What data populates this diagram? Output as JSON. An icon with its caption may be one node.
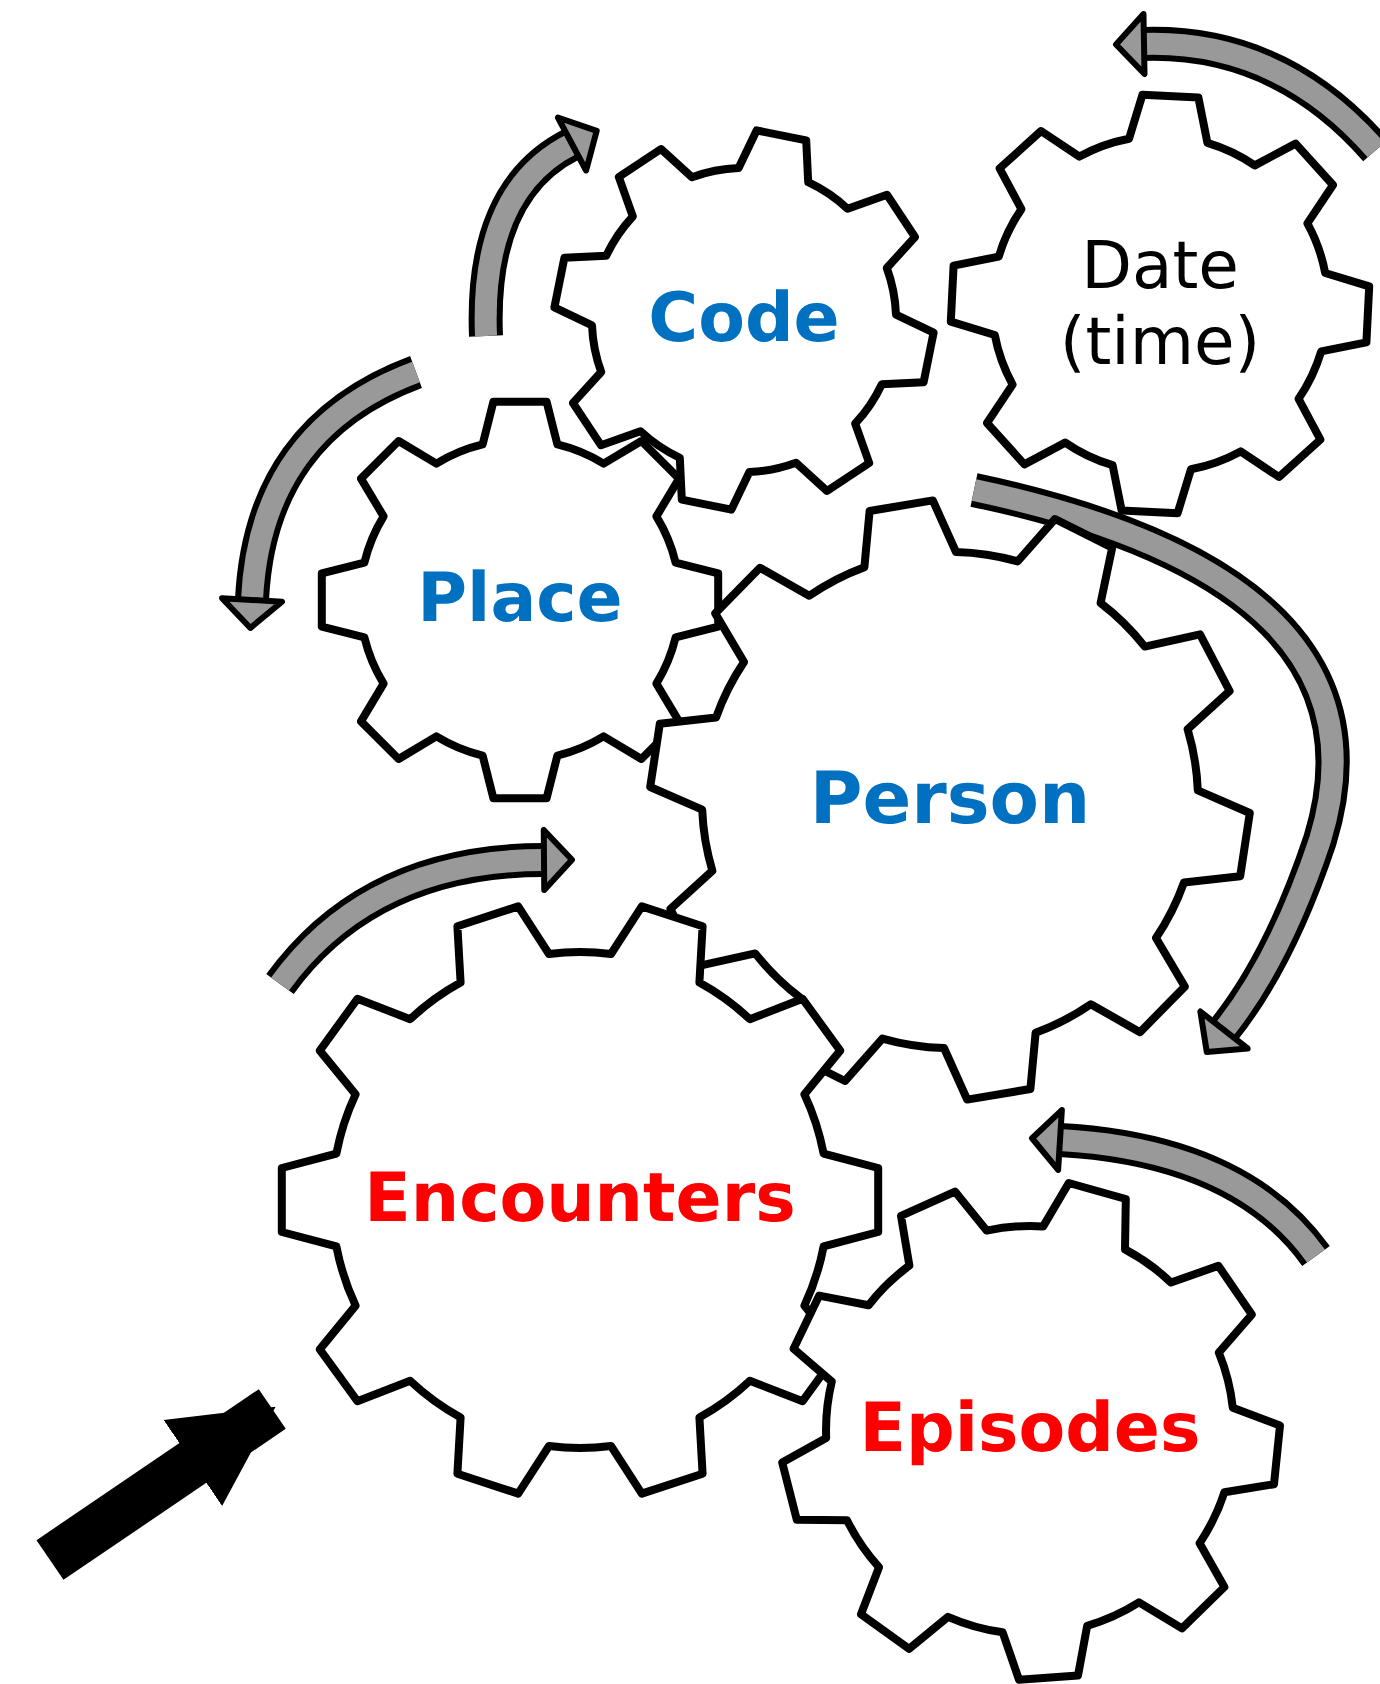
{
  "diagram": {
    "nodes": [
      {
        "text": [
          "Code"
        ]
      },
      {
        "text": [
          "Date (time)"
        ]
      },
      {
        "text": [
          "Place"
        ]
      },
      {
        "text": [
          "Person"
        ]
      },
      {
        "text": [
          "Encounters"
        ]
      },
      {
        "text": [
          "Episodes"
        ]
      }
    ],
    "edges": [
      {
        "from": null,
        "to": 4,
        "arrow": "to"
      }
    ]
  }
}
